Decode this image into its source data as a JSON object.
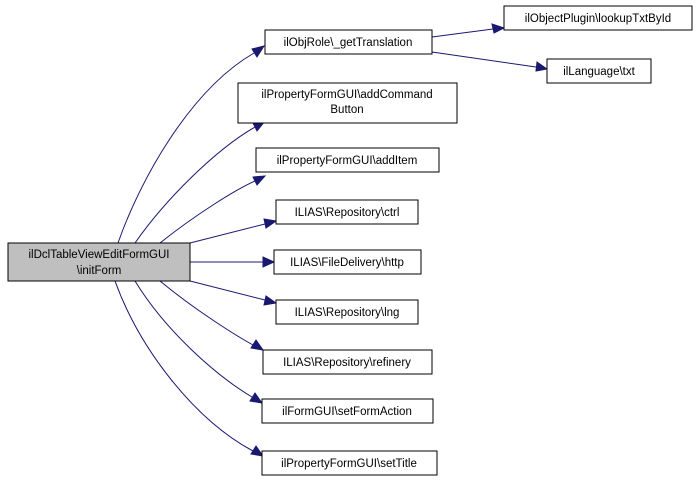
{
  "diagram": {
    "root": {
      "label_line1": "ilDclTableViewEditFormGUI",
      "label_line2": "\\initForm"
    },
    "callees": [
      {
        "label_line1": "ilObjRole\\_getTranslation",
        "label_line2": ""
      },
      {
        "label_line1": "ilPropertyFormGUI\\addCommand",
        "label_line2": "Button"
      },
      {
        "label_line1": "ilPropertyFormGUI\\addItem",
        "label_line2": ""
      },
      {
        "label_line1": "ILIAS\\Repository\\ctrl",
        "label_line2": ""
      },
      {
        "label_line1": "ILIAS\\FileDelivery\\http",
        "label_line2": ""
      },
      {
        "label_line1": "ILIAS\\Repository\\lng",
        "label_line2": ""
      },
      {
        "label_line1": "ILIAS\\Repository\\refinery",
        "label_line2": ""
      },
      {
        "label_line1": "ilFormGUI\\setFormAction",
        "label_line2": ""
      },
      {
        "label_line1": "ilPropertyFormGUI\\setTitle",
        "label_line2": ""
      }
    ],
    "second_level": [
      {
        "label_line1": "ilObjectPlugin\\lookupTxtById",
        "label_line2": ""
      },
      {
        "label_line1": "ilLanguage\\txt",
        "label_line2": ""
      }
    ],
    "edge_color": "#191970",
    "root_fill": "#bfbfbf"
  }
}
